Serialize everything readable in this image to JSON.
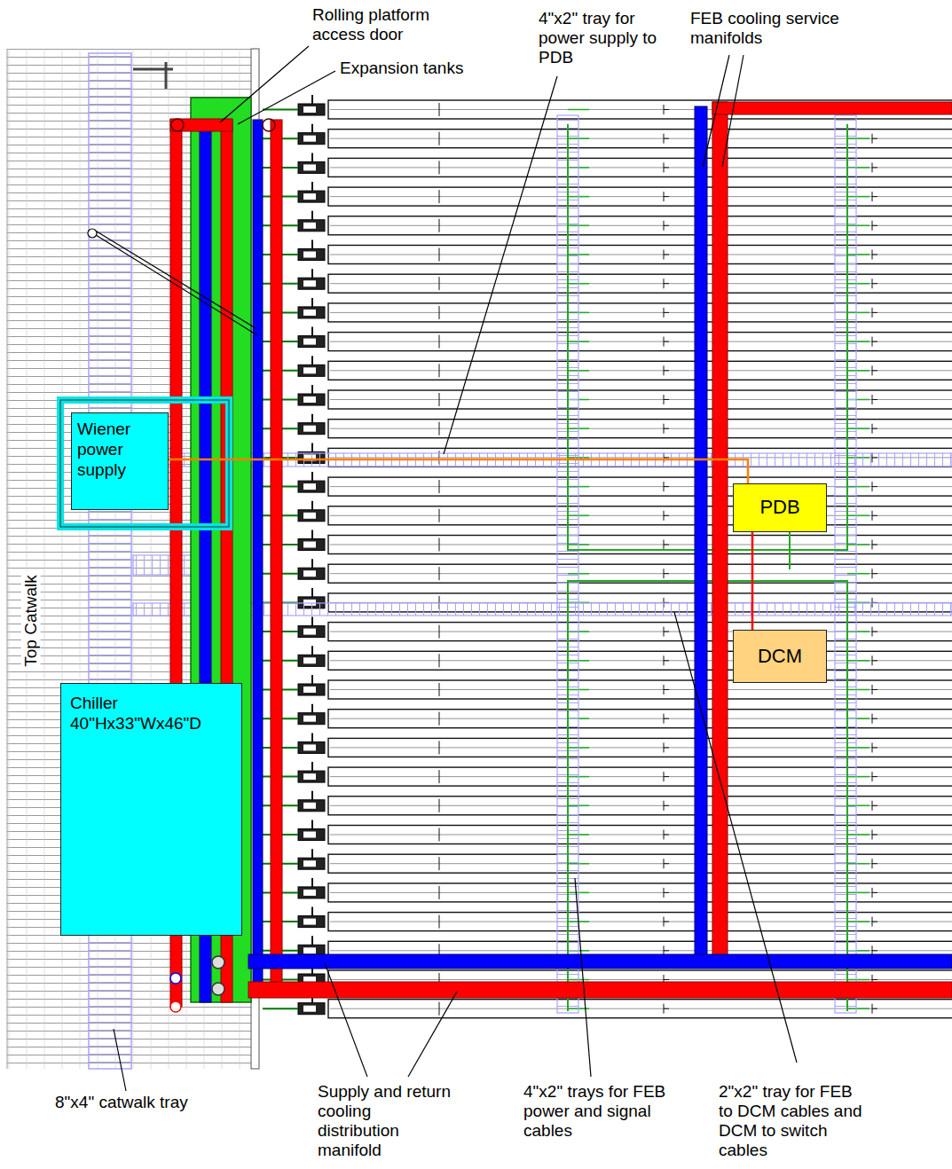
{
  "diagram": {
    "nodes": [
      {
        "text": [
          "Wiener power supply"
        ]
      },
      {
        "text": [
          "PDB"
        ]
      },
      {
        "text": [
          "DCM"
        ]
      },
      {
        "text": [
          "Chiller",
          "40\"Hx33\"Wx46\"D"
        ]
      }
    ],
    "edges": [
      {
        "from": 0,
        "to": 1,
        "arrow": "none"
      },
      {
        "from": 1,
        "to": 2,
        "arrow": "none"
      }
    ],
    "labels": [
      "Rolling platform access door",
      "Expansion tanks",
      "4\"x2\" tray for power supply to PDB",
      "FEB cooling service manifolds",
      "Top Catwalk",
      "8\"x4\" catwalk tray",
      "Supply and return cooling distribution manifold",
      "4\"x2\" trays for FEB power and signal cables",
      "2\"x2\" tray for FEB to DCM cables and DCM to switch cables"
    ]
  }
}
